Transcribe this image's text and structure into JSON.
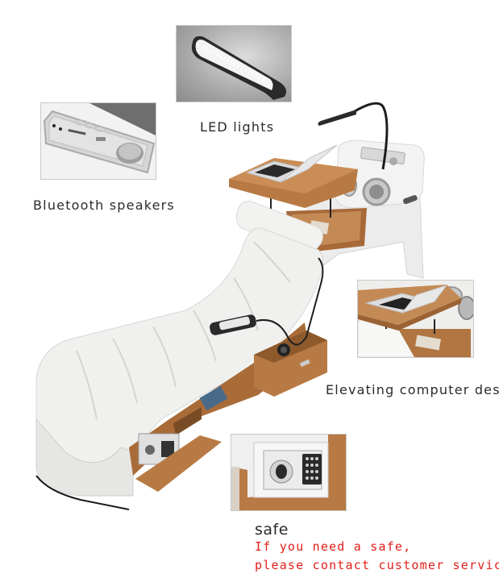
{
  "features": {
    "led_lights": {
      "label": "LED lights"
    },
    "bluetooth_speakers": {
      "label": "Bluetooth speakers"
    },
    "elevating_desk": {
      "label": "Elevating computer desk"
    },
    "safe": {
      "label": "safe",
      "note_line1": "If you need a safe,",
      "note_line2": "please contact customer service"
    }
  },
  "colors": {
    "note_text": "#e0201b",
    "label_text": "#2b2b2b",
    "wood": "#b87a44",
    "leather": "#f0f0ee"
  }
}
